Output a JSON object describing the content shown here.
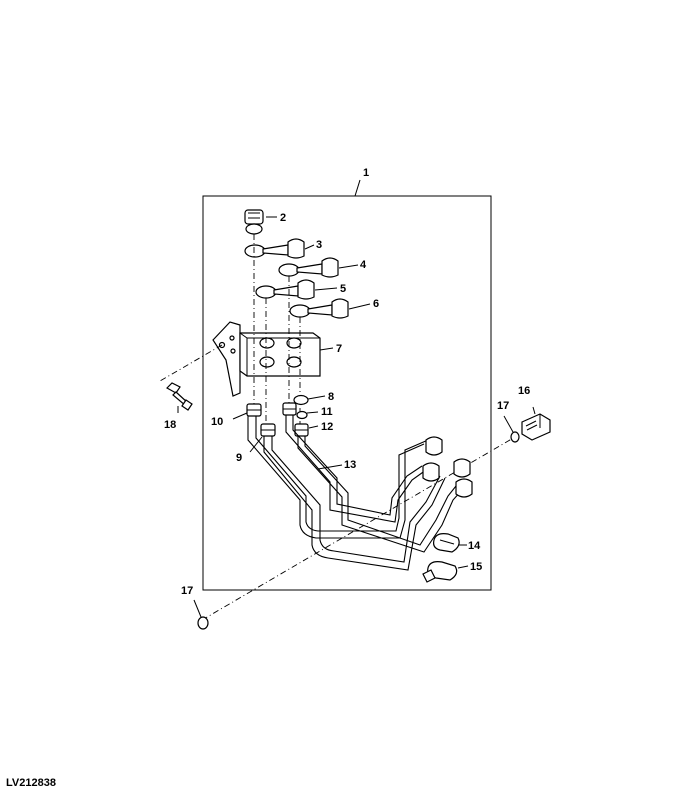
{
  "figure_id": "LV212838",
  "callouts": {
    "c1": "1",
    "c2": "2",
    "c3": "3",
    "c4": "4",
    "c5": "5",
    "c6": "6",
    "c7": "7",
    "c8": "8",
    "c9": "9",
    "c10": "10",
    "c11": "11",
    "c12": "12",
    "c13": "13",
    "c14": "14",
    "c15": "15",
    "c16": "16",
    "c17a": "17",
    "c17b": "17",
    "c18": "18"
  }
}
